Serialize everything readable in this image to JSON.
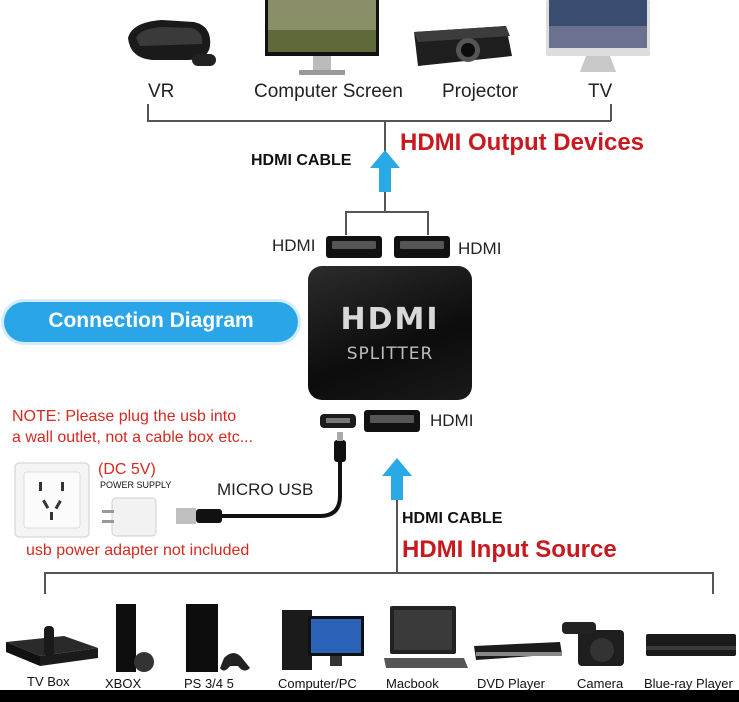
{
  "output": {
    "devices": [
      "VR",
      "Computer Screen",
      "Projector",
      "TV"
    ],
    "title": "HDMI Output Devices",
    "cable_label": "HDMI CABLE"
  },
  "splitter": {
    "port_label_left": "HDMI",
    "port_label_right": "HDMI",
    "input_port_label": "HDMI",
    "logo": "HDMI",
    "name": "SPLITTER"
  },
  "badge": "Connection Diagram",
  "note": {
    "line1": "NOTE: Please plug the usb into",
    "line2": "a wall outlet, not a cable box etc..."
  },
  "power": {
    "voltage": "(DC 5V)",
    "supply": "POWER SUPPLY",
    "cable": "MICRO USB",
    "adapter_note": "usb power adapter not included"
  },
  "input": {
    "cable_label": "HDMI CABLE",
    "title": "HDMI Input Source",
    "sources": [
      "TV Box",
      "XBOX",
      "PS 3/4 5",
      "Computer/PC",
      "Macbook",
      "DVD Player",
      "Camera",
      "Blue-ray Player"
    ]
  },
  "colors": {
    "red": "#c8191f",
    "arrow": "#29a9e6",
    "badge": "#2aa6e8"
  }
}
